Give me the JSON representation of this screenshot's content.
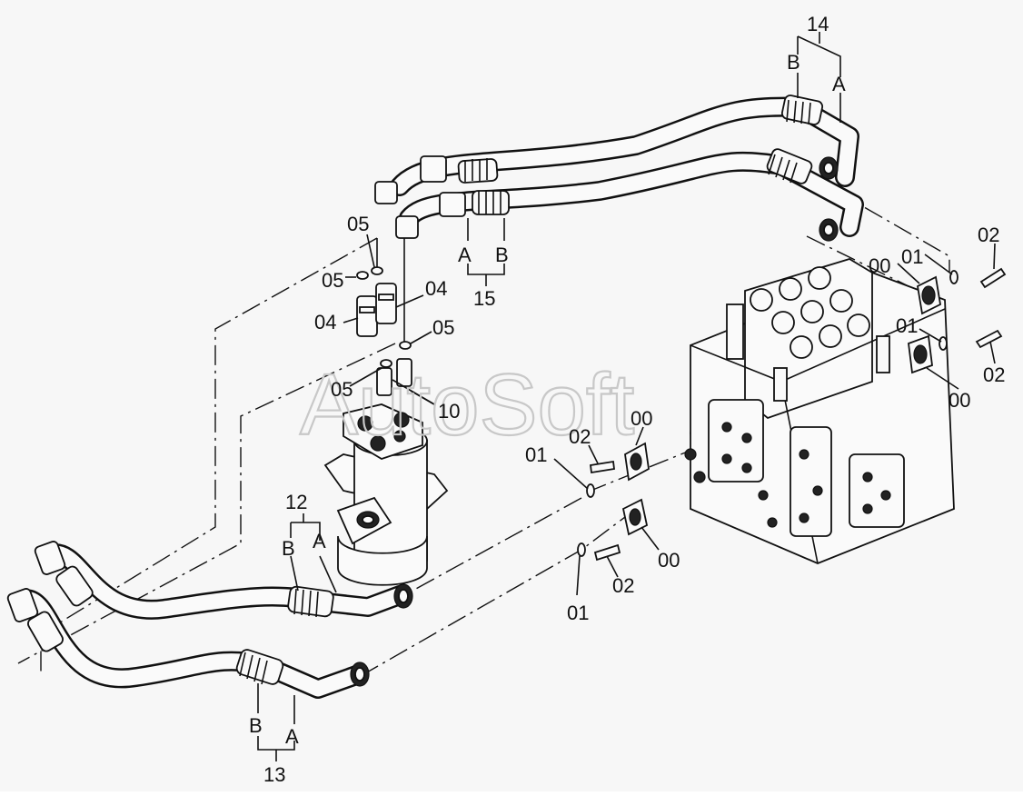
{
  "watermark": "AutoSoft",
  "labels": {
    "l14": "14",
    "l15": "15",
    "l12": "12",
    "l13": "13",
    "l10": "10",
    "l04a": "04",
    "l04b": "04",
    "l05a": "05",
    "l05b": "05",
    "l05c": "05",
    "l05d": "05",
    "l00a": "00",
    "l00b": "00",
    "l00c": "00",
    "l00d": "00",
    "l01a": "01",
    "l01b": "01",
    "l01c": "01",
    "l01d": "01",
    "l02a": "02",
    "l02b": "02",
    "l02c": "02",
    "l02d": "02"
  },
  "ports": {
    "h14a": "A",
    "h14b": "B",
    "h15a": "A",
    "h15b": "B",
    "h12a": "A",
    "h12b": "B",
    "h13a": "A",
    "h13b": "B"
  }
}
